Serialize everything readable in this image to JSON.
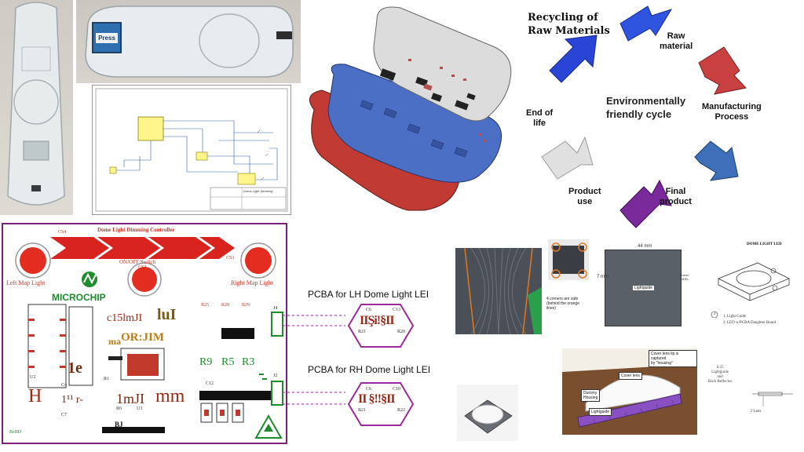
{
  "photos": {
    "press_label": "Press"
  },
  "cycle": {
    "title": "Recycling of\nRaw Materials",
    "center": "Environmentally\nfriendly cycle",
    "steps": [
      "Raw\nmaterial",
      "Manufacturing\nProcess",
      "Final\nproduct",
      "Product\nuse",
      "End of\nlife"
    ],
    "colors": {
      "raw": "#2a44d6",
      "material": "#2f55e0",
      "manufacturing": "#c94040",
      "final": "#3f6fb8",
      "use": "#7a2a9a",
      "eol": "#d8d8d8"
    }
  },
  "pcb": {
    "title": "Dome Light Dimming Controller",
    "cs_labels": [
      "CS4",
      "CS1",
      "CS2",
      "CS3"
    ],
    "left_map": "Left  Map Light",
    "right_map": "Right  Map Light",
    "switch": "ON/OFF Switch",
    "brand": "MICROCHIP",
    "junk_texts": [
      "c15lmJI",
      "luI",
      "OR:JIM",
      "1e",
      "H",
      "1¹¹ r-",
      "1mJI",
      "mm",
      "ma",
      "R9",
      "R5",
      "R3",
      "R25",
      "R28",
      "R29",
      "R6",
      "U3",
      "C7",
      "C4",
      "U2",
      "BJ",
      "BcBD",
      "R1",
      "J2",
      "J4",
      "C12"
    ],
    "border_color": "#7a1f7a",
    "silk_color": "#c0392b"
  },
  "pcba": {
    "lh": "PCBA for LH Dome Light LEI",
    "rh": "PCBA for RH Dome Light LEI",
    "lh_code": "IIŞi!§II",
    "rh_code": "II §!!§II",
    "lh_refs": [
      "C6",
      "C13",
      "R21",
      "R20"
    ],
    "rh_refs": [
      "C6",
      "C10",
      "R21",
      "R22"
    ]
  },
  "lightguide": {
    "note": "4 corners are safe\n(behind the orange\nlines)",
    "dim_top": "44 mm",
    "dim_side": "7 mm",
    "tag": "Lightguide",
    "peek": "Power SIDEL",
    "title": "DOME LIGHT LED",
    "legend": [
      "1.  Light Guide",
      "2.  LED w/PCBA Daughter Board"
    ],
    "callout_3": "3"
  },
  "housing": {
    "callout": "Cover lens lip is captured\nby \"housing\"",
    "cover": "Cover lens",
    "dummy": "Dummy\nHousing",
    "lg": "Lightguide",
    "side_title": "0.25\nLightguide\nand\nBack Reflector",
    "side_bottom": "2 Lens"
  },
  "schematic": {
    "title_block": "Dome Light Dimming"
  }
}
